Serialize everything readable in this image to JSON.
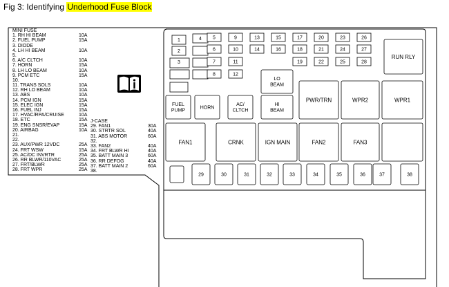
{
  "caption": {
    "prefix": "Fig 3: Identifying ",
    "highlight": "Underhood Fuse Block",
    "highlight_color": "#ffff00"
  },
  "mini_fuse": {
    "title": "MINI FUSE",
    "items": [
      {
        "n": "1.",
        "label": "RH HI BEAM",
        "amp": "10A"
      },
      {
        "n": "2.",
        "label": "FUEL PUMP",
        "amp": "15A"
      },
      {
        "n": "3.",
        "label": "DIODE",
        "amp": ""
      },
      {
        "n": "4.",
        "label": "LH HI BEAM",
        "amp": "10A"
      },
      {
        "n": "5.",
        "label": "",
        "amp": ""
      },
      {
        "n": "6.",
        "label": "A/C CLTCH",
        "amp": "10A"
      },
      {
        "n": "7.",
        "label": "HORN",
        "amp": "15A"
      },
      {
        "n": "8.",
        "label": "LH LO BEAM",
        "amp": "10A"
      },
      {
        "n": "9.",
        "label": "PCM ETC",
        "amp": "15A"
      },
      {
        "n": "10.",
        "label": "",
        "amp": ""
      },
      {
        "n": "11.",
        "label": "TRANS SOLS",
        "amp": "10A"
      },
      {
        "n": "12.",
        "label": "RH LO BEAM",
        "amp": "10A"
      },
      {
        "n": "13.",
        "label": "ABS",
        "amp": "10A"
      },
      {
        "n": "14.",
        "label": "PCM IGN",
        "amp": "15A"
      },
      {
        "n": "15.",
        "label": "ELEC IGN",
        "amp": "15A"
      },
      {
        "n": "16.",
        "label": "FUEL INJ",
        "amp": "15A"
      },
      {
        "n": "17.",
        "label": "HVAC/RPA/CRUISE",
        "amp": "10A"
      },
      {
        "n": "18.",
        "label": "ETC",
        "amp": "15A"
      },
      {
        "n": "19.",
        "label": "ENG SNSR/EVAP",
        "amp": "15A"
      },
      {
        "n": "20.",
        "label": "AIRBAG",
        "amp": "10A"
      },
      {
        "n": "21.",
        "label": "",
        "amp": ""
      },
      {
        "n": "22.",
        "label": "",
        "amp": ""
      },
      {
        "n": "23.",
        "label": "AUX/PWR 12VDC",
        "amp": "25A"
      },
      {
        "n": "24.",
        "label": "FRT WSW",
        "amp": "15A"
      },
      {
        "n": "25.",
        "label": "AC/DC INVRTR",
        "amp": "25A"
      },
      {
        "n": "26.",
        "label": "RR BLWR/110VAC",
        "amp": "25A"
      },
      {
        "n": "27.",
        "label": "FRT/BLWR",
        "amp": "25A"
      },
      {
        "n": "28.",
        "label": "FRT WPR",
        "amp": "25A"
      }
    ]
  },
  "j_case": {
    "title": "J-CASE",
    "items": [
      {
        "n": "29.",
        "label": "FAN1",
        "amp": "30A"
      },
      {
        "n": "30.",
        "label": "STRTR SOL",
        "amp": "40A"
      },
      {
        "n": "31.",
        "label": "ABS MOTOR",
        "amp": "60A"
      },
      {
        "n": "32.",
        "label": "",
        "amp": ""
      },
      {
        "n": "33.",
        "label": "FAN2",
        "amp": "40A"
      },
      {
        "n": "34.",
        "label": "FRT BLWR HI",
        "amp": "40A"
      },
      {
        "n": "35.",
        "label": "BATT MAIN 3",
        "amp": "60A"
      },
      {
        "n": "36.",
        "label": "RR DEFOG",
        "amp": "40A"
      },
      {
        "n": "37.",
        "label": "BATT MAIN 2",
        "amp": "60A"
      },
      {
        "n": "38.",
        "label": "",
        "amp": ""
      }
    ]
  },
  "fuse_block": {
    "mini_numbers": [
      "1",
      "2",
      "3",
      "4",
      "5",
      "6",
      "7",
      "8",
      "9",
      "10",
      "11",
      "12",
      "13",
      "14",
      "15",
      "16",
      "17",
      "18",
      "19",
      "20",
      "21",
      "22",
      "23",
      "24",
      "25",
      "26",
      "27",
      "28"
    ],
    "relays": {
      "run_rly": "RUN RLY",
      "lo_beam": [
        "LO",
        "BEAM"
      ],
      "hi_beam": [
        "HI",
        "BEAM"
      ],
      "fuel_pump": [
        "FUEL",
        "PUMP"
      ],
      "horn": "HORN",
      "ac_cltch": [
        "AC/",
        "CLTCH"
      ],
      "pwr_trn": "PWR/TRN",
      "wpr2": "WPR2",
      "wpr1": "WPR1",
      "fan1": "FAN1",
      "crnk": "CRNK",
      "ign_main": "IGN MAIN",
      "fan2": "FAN2",
      "fan3": "FAN3"
    },
    "jcase_numbers": [
      "29",
      "30",
      "31",
      "32",
      "33",
      "34",
      "35",
      "36",
      "37",
      "38"
    ]
  },
  "icons": {
    "manual": "book-info-icon",
    "diode": "diode-icon"
  }
}
